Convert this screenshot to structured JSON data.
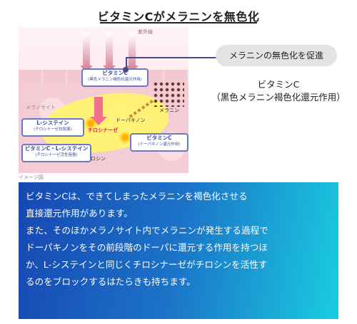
{
  "title": "ビタミンCがメラニンを無色化",
  "illustration": {
    "uv_label": "紫外線",
    "melanin_label": "メラニン",
    "melanocyte_label": "メラノサイト",
    "dopaquinone_label": "ドーパキノン",
    "tyrosinase_label": "チロシナーゼ",
    "tyrosine_label": "チロシン",
    "callouts": {
      "vitc_top": {
        "main": "ビタミンC",
        "sub": "(黒色メラニン褐色化還元作用)"
      },
      "lcysteine": {
        "main": "L-システイン",
        "sub": "(チロシナーゼ抗阻害)"
      },
      "vitc_lcysteine": {
        "main": "ビタミンC・L-システイン",
        "sub": "(チロシナーゼ活性阻害)"
      },
      "vitc_right": {
        "main": "ビタミンC",
        "sub": "(ドーパキノン還元作用)"
      }
    },
    "note": "イメージ図",
    "colors": {
      "callout_border": "#6a78c6",
      "arrow": "#ef6f8c",
      "highlight": "#fff36e"
    }
  },
  "side": {
    "pill": "メラニンの無色化を促進",
    "label_line1": "ビタミンC",
    "label_line2": "（黒色メラニン褐色化還元作用）"
  },
  "panel": {
    "lines": [
      "ビタミンCは、できてしまったメラニンを褐色化させる",
      "直接還元作用があります。",
      "また、そのほかメラノサイト内でメラニンが発生する過程で",
      "ドーパキノンをその前段階のドーパに還元する作用を持つほ",
      "か、L-システインと同じくチロシナーゼがチロシンを活性す",
      "るのをブロックするはたらきも持ちます。"
    ],
    "gradient": [
      "#1747b3",
      "#1b74c8",
      "#19cde0"
    ]
  }
}
